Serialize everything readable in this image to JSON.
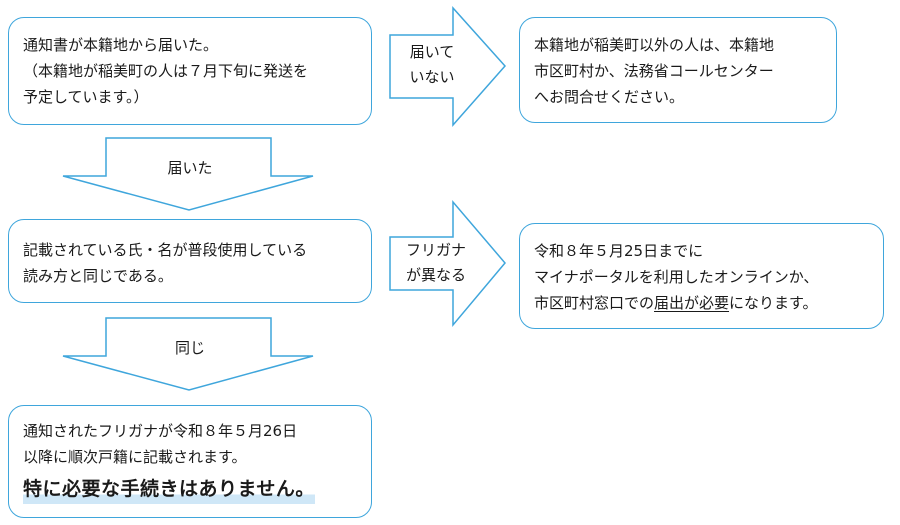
{
  "colors": {
    "stroke": "#3fa6dc",
    "highlight": "#cfe7f7",
    "text": "#1a1a1a"
  },
  "box1": {
    "line1": "通知書が本籍地から届いた。",
    "line2": "（本籍地が稲美町の人は７月下旬に発送を",
    "line3": "予定しています。）"
  },
  "arrow_right_1": {
    "line1": "届いて",
    "line2": "いない"
  },
  "box2": {
    "line1": "本籍地が稲美町以外の人は、本籍地",
    "line2": "市区町村か、法務省コールセンター",
    "line3": "へお問合せください。"
  },
  "arrow_down_1": {
    "label": "届いた"
  },
  "box3": {
    "line1": "記載されている氏・名が普段使用している",
    "line2": "読み方と同じである。"
  },
  "arrow_right_2": {
    "line1": "フリガナ",
    "line2": "が異なる"
  },
  "box4": {
    "line1": "令和８年５月25日までに",
    "line2": "マイナポータルを利用したオンラインか、",
    "line3_pre": "市区町村窓口での",
    "line3_ul": "届出が必要",
    "line3_post": "になります。"
  },
  "arrow_down_2": {
    "label": "同じ"
  },
  "box5": {
    "line1": "通知されたフリガナが令和８年５月26日",
    "line2": "以降に順次戸籍に記載されます。",
    "emphasis": "特に必要な手続きはありません。"
  }
}
